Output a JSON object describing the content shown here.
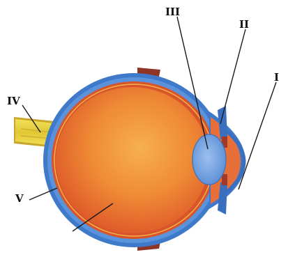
{
  "diagram": {
    "labels": {
      "I": "I",
      "II": "II",
      "III": "III",
      "IV": "IV",
      "V": "V"
    },
    "colors": {
      "sclera": "#4a86d4",
      "choroid": "#e0582c",
      "interior": "#ef8a35",
      "interior_center": "#f6ad4d",
      "lens": "#7aa7e0",
      "optic_nerve": "#e6cf3c",
      "muscle": "#9b3b2c",
      "background": "#ffffff"
    }
  }
}
